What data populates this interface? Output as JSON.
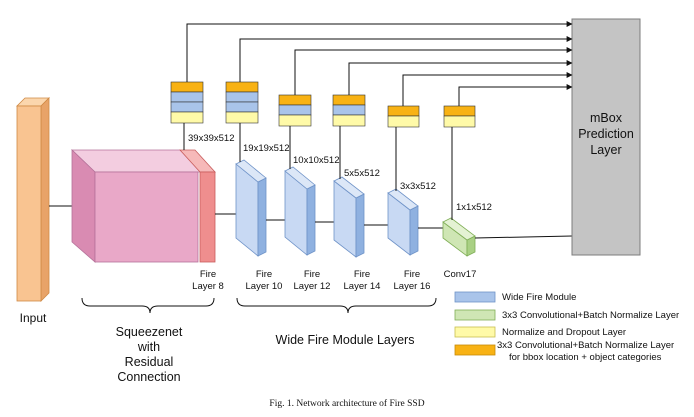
{
  "input_label": "Input",
  "squeezenet": {
    "line1": "Squeezenet",
    "line2": "with",
    "line3": "Residual",
    "line4": "Connection"
  },
  "fire8": {
    "line1": "Fire",
    "line2": "Layer 8",
    "dim": "39x39x512"
  },
  "fire10": {
    "line1": "Fire",
    "line2": "Layer 10",
    "dim": "19x19x512"
  },
  "fire12": {
    "line1": "Fire",
    "line2": "Layer 12",
    "dim": "10x10x512"
  },
  "fire14": {
    "line1": "Fire",
    "line2": "Layer 14",
    "dim": "5x5x512"
  },
  "fire16": {
    "line1": "Fire",
    "line2": "Layer 16",
    "dim": "3x3x512"
  },
  "conv17": {
    "label": "Conv17",
    "dim": "1x1x512"
  },
  "mbox": {
    "line1": "mBox",
    "line2": "Prediction",
    "line3": "Layer"
  },
  "wide_group_label": "Wide Fire Module Layers",
  "legend": {
    "wide_fire": "Wide Fire Module",
    "conv_bn": "3x3 Convolutional+Batch Normalize Layer",
    "norm_dropout": "Normalize and Dropout Layer",
    "conv_bn_bbox_line1": "3x3 Convolutional+Batch Normalize Layer",
    "conv_bn_bbox_line2": "for bbox location + object categories"
  },
  "caption": "Fig. 1.   Network architecture of Fire SSD",
  "colors": {
    "input": "#f9c491",
    "squeeze": "#e9a8c8",
    "fire8_red": "#ef8e8e",
    "wide_fire": "#a9c4ea",
    "conv_green": "#cfe6b4",
    "norm_yellow": "#fffaa8",
    "orange": "#f8b214",
    "mbox_gray": "#c4c4c4"
  }
}
